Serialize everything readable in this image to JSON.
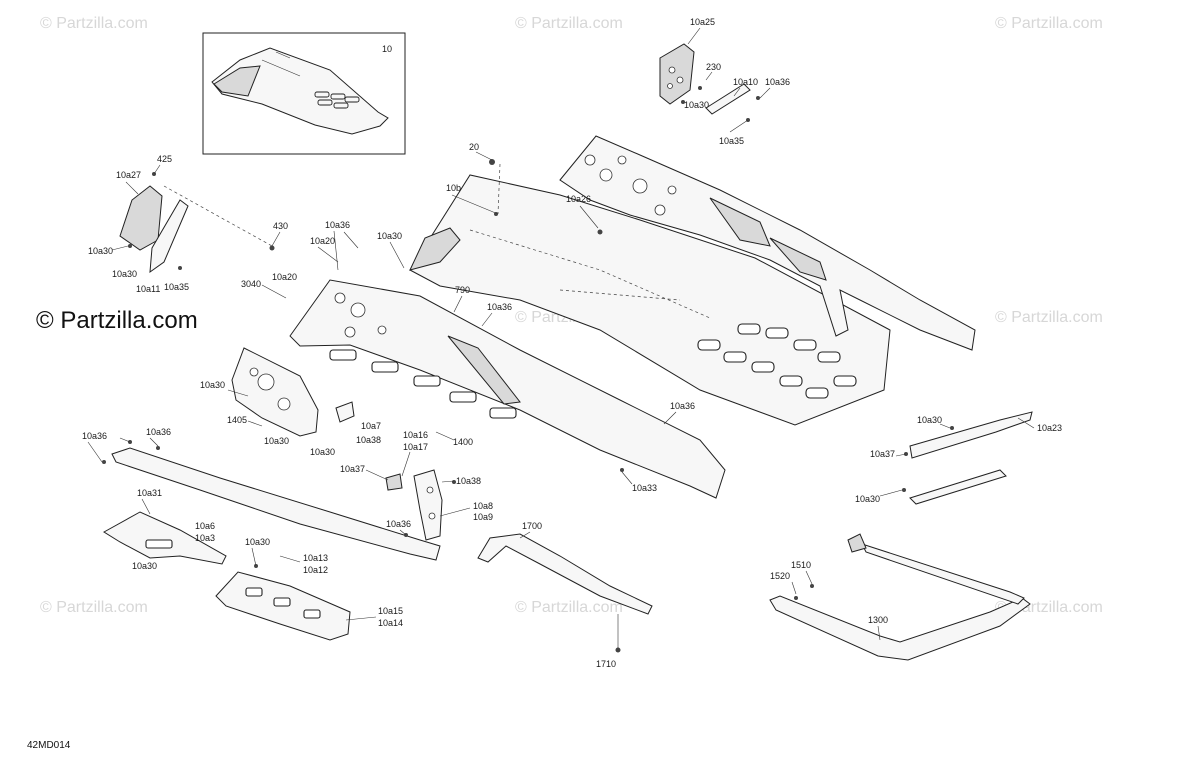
{
  "watermark": {
    "brand": "Partzilla.com",
    "prominent": "© Partzilla.com"
  },
  "diagram_code": "42MD014",
  "inset": {
    "label": "10"
  },
  "callouts": {
    "c10a25": "10a25",
    "c230": "230",
    "c10a10": "10a10",
    "c10a36_tr": "10a36",
    "c10a30_tr": "10a30",
    "c10a35_tr": "10a35",
    "c20": "20",
    "c10b": "10b",
    "c10a26": "10a26",
    "c425": "425",
    "c10a27": "10a27",
    "c10a30_l1": "10a30",
    "c10a30_l2": "10a30",
    "c10a11": "10a11",
    "c10a35_l": "10a35",
    "c430": "430",
    "c10a36_m1": "10a36",
    "c10a20_a": "10a20",
    "c10a30_m": "10a30",
    "c3040": "3040",
    "c10a20_b": "10a20",
    "c790": "790",
    "c10a36_m2": "10a36",
    "c10a30_rail": "10a30",
    "c1405": "1405",
    "c10a30_r2": "10a30",
    "c10a30_r3": "10a30",
    "c10a7": "10a7",
    "c10a38_a": "10a38",
    "c10a36_l3": "10a36",
    "c10a36_l4": "10a36",
    "c10a16": "10a16",
    "c10a17": "10a17",
    "c1400": "1400",
    "c10a37_a": "10a37",
    "c10a38_b": "10a38",
    "c10a36_r": "10a36",
    "c10a33": "10a33",
    "c10a31": "10a31",
    "c10a6": "10a6",
    "c10a3": "10a3",
    "c10a30_b1": "10a30",
    "c10a8": "10a8",
    "c10a9": "10a9",
    "c10a36_b": "10a36",
    "c10a13": "10a13",
    "c10a12": "10a12",
    "c10a30_b2": "10a30",
    "c10a15": "10a15",
    "c10a14": "10a14",
    "c1700": "1700",
    "c1710": "1710",
    "c10a30_far": "10a30",
    "c10a23": "10a23",
    "c10a37_far": "10a37",
    "c10a30_far2": "10a30",
    "c1510": "1510",
    "c1520": "1520",
    "c1300": "1300"
  }
}
